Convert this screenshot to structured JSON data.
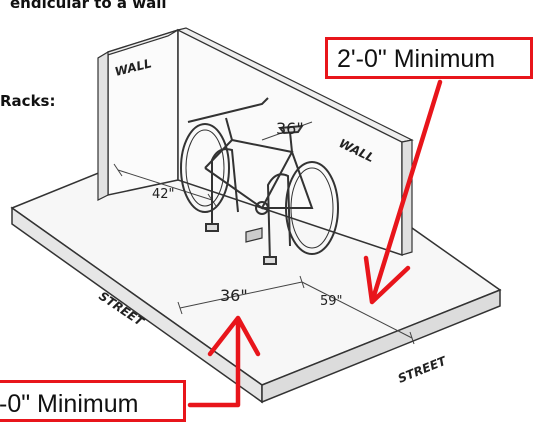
{
  "heading_fragment": "endicular to a wall",
  "racks_label": "Racks:",
  "callouts": {
    "top": "2'-0\" Minimum",
    "bottom": "-0\" Minimum"
  },
  "surface_labels": {
    "wall_left": "WALL",
    "wall_right": "WALL",
    "street_left": "STREET",
    "street_right": "STREET"
  },
  "dimensions": {
    "rack_depth": "42\"",
    "rack_spacing_top": "36\"",
    "rack_spacing_bottom": "36\"",
    "clearance": "59\""
  },
  "colors": {
    "callout_red": "#e8151b",
    "line": "#333333"
  }
}
